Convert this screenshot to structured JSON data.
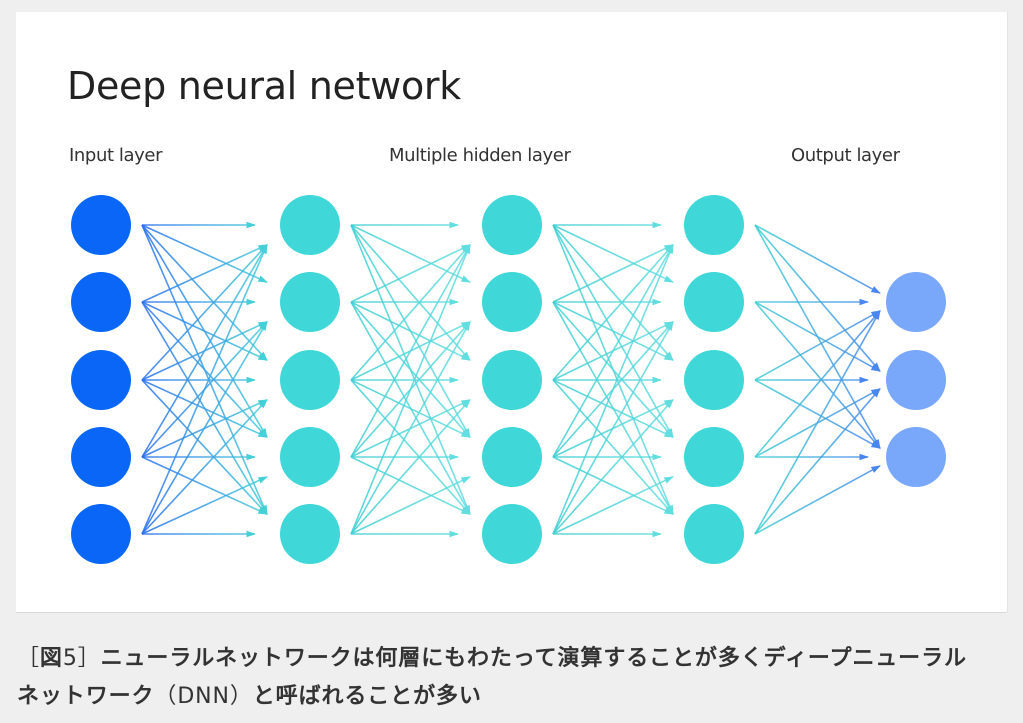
{
  "figure": {
    "title": "Deep neural network",
    "layer_labels": {
      "input": "Input layer",
      "hidden": "Multiple hidden layer",
      "output": "Output layer"
    },
    "layers": [
      {
        "name": "input",
        "nodes": 5,
        "color": "#0a66f6"
      },
      {
        "name": "hidden-1",
        "nodes": 5,
        "color": "#3fd7d7"
      },
      {
        "name": "hidden-2",
        "nodes": 5,
        "color": "#3fd7d7"
      },
      {
        "name": "hidden-3",
        "nodes": 5,
        "color": "#3fd7d7"
      },
      {
        "name": "output",
        "nodes": 3,
        "color": "#79a8fb"
      }
    ],
    "connection_colors": {
      "input_to_hidden": [
        "#2a6ff0",
        "#45d0d8"
      ],
      "hidden_to_hidden": [
        "#3fcfd3",
        "#62dde0"
      ],
      "hidden_to_output": [
        "#3fcfd3",
        "#4a86ef"
      ]
    }
  },
  "caption": {
    "line1_prefix_open": "［",
    "line1_figure_label": "図",
    "line1_figure_number": "5",
    "line1_prefix_close": "］",
    "line1_text": "ニューラルネットワークは何層にもわたって演算することが多くディープニューラル",
    "line2_text_a": "ネットワーク",
    "line2_paren_open": "（",
    "line2_abbrev": "DNN",
    "line2_paren_close": "）",
    "line2_text_b": "と呼ばれることが多い"
  }
}
